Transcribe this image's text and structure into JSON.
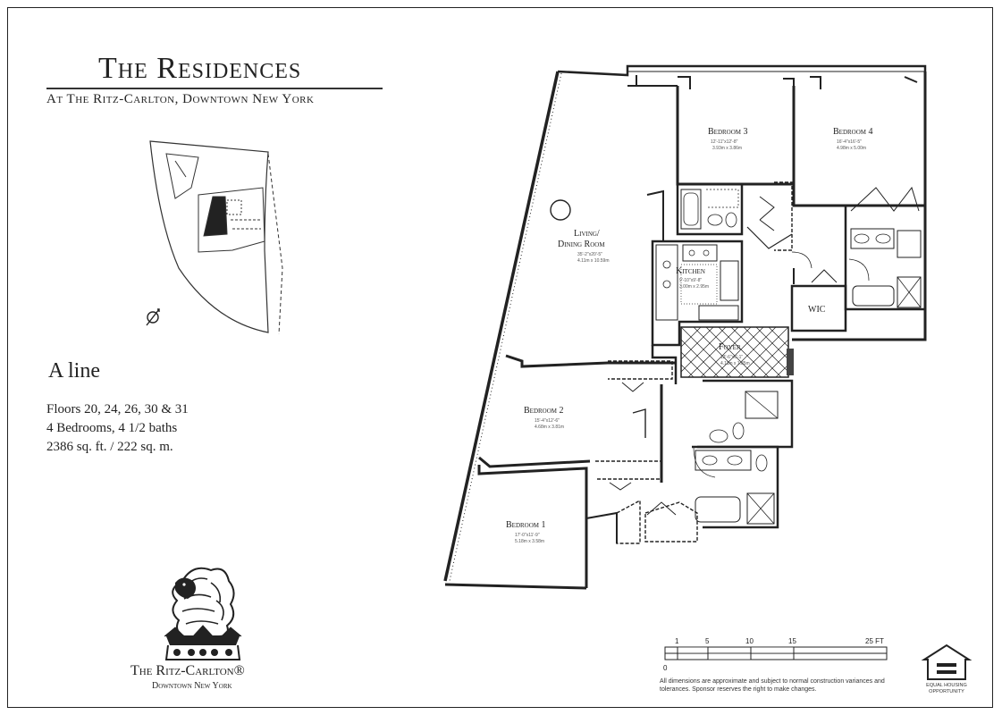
{
  "header": {
    "title": "The Residences",
    "subtitle": "At The Ritz-Carlton, Downtown New York"
  },
  "unit": {
    "line_name": "A line",
    "floors": "Floors 20, 24, 26, 30 & 31",
    "rooms_baths": "4 Bedrooms, 4 1/2 baths",
    "area": "2386 sq. ft. / 222 sq. m."
  },
  "brand": {
    "name": "The Ritz-Carlton®",
    "location": "Downtown New York",
    "logo_icon": "lion-crown-icon"
  },
  "rooms": {
    "bedroom3": {
      "label": "Bedroom 3",
      "dim1": "12'-11\"x12'-8\"",
      "dim2": "3.93m x 3.86m"
    },
    "bedroom4": {
      "label": "Bedroom 4",
      "dim1": "16'-4\"x16'-5\"",
      "dim2": "4.98m x 5.00m"
    },
    "living": {
      "label1": "Living/",
      "label2": "Dining Room",
      "dim1": "35'-2\"x20'-5\"",
      "dim2": "4.11m x 10.59m"
    },
    "kitchen": {
      "label": "Kitchen",
      "dim1": "9'-10\"x9'-8\"",
      "dim2": "3.00m x 2.95m"
    },
    "wic": {
      "label": "WIC"
    },
    "foyer": {
      "label": "Foyer",
      "dim1": "13'-6\"x6'-1\"",
      "dim2": "4.11m x 1.85m"
    },
    "bedroom2": {
      "label": "Bedroom 2",
      "dim1": "15'-4\"x12'-6\"",
      "dim2": "4.68m x 3.81m"
    },
    "bedroom1": {
      "label": "Bedroom 1",
      "dim1": "17'-0\"x11'-9\"",
      "dim2": "5.18m x 3.58m"
    }
  },
  "scale": {
    "ticks": [
      "0",
      "1",
      "5",
      "10",
      "15",
      "25 FT"
    ]
  },
  "footer": {
    "disclaimer": "All dimensions are approximate and subject to normal construction variances and tolerances. Sponsor reserves the right to make changes.",
    "equal_housing": "EQUAL HOUSING OPPORTUNITY",
    "equal_housing_icon": "equal-housing-icon"
  },
  "site_plan": {
    "compass_icon": "north-compass-icon"
  },
  "colors": {
    "ink": "#222222",
    "paper": "#ffffff"
  }
}
